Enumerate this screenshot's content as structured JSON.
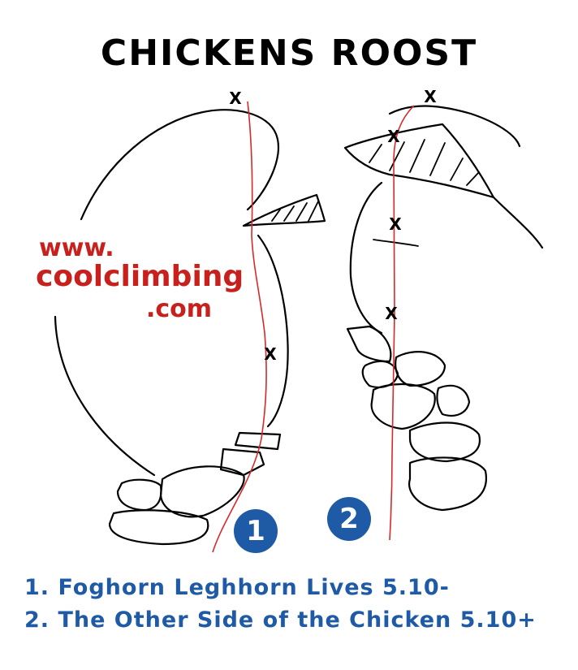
{
  "title": "CHICKENS ROOST",
  "watermark": {
    "line1": "www.",
    "line2": "coolclimbing",
    "line3": ".com"
  },
  "routes": [
    {
      "number": "1",
      "legend": "1.  Foghorn Leghhorn Lives 5.10-"
    },
    {
      "number": "2",
      "legend": "2. The Other Side of the Chicken 5.10+"
    }
  ],
  "bolt_marker": "X",
  "colors": {
    "route_line": "#d8282a",
    "badge": "#1f5aa6",
    "watermark": "#c8201c",
    "ink": "#000000"
  }
}
